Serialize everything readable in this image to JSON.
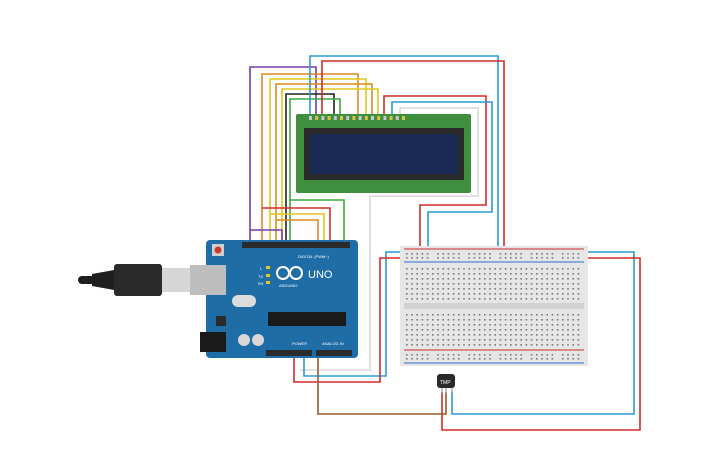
{
  "arduino": {
    "logo_text": "UNO",
    "brand_text": "ARDUINO",
    "digital_label": "DIGITAL (PWM~)",
    "power_label": "POWER",
    "analog_label": "ANALOG IN",
    "led_l": "L",
    "led_tx": "TX",
    "led_rx": "RX",
    "color_board": "#1f6da6",
    "color_header": "#2b2b2b"
  },
  "lcd": {
    "color_pcb": "#3f8f3f",
    "color_screen": "#1a2a55",
    "pin_count": 16
  },
  "sensor": {
    "label": "TMP"
  },
  "breadboard": {
    "color_body": "#e6e6e6",
    "color_rail_red": "#cc2a2a",
    "color_rail_blue": "#2a6ccc"
  },
  "wires": {
    "red": "#d42a2a",
    "blue": "#2a9ad4",
    "black": "#222222",
    "purple": "#7a3aa8",
    "orange": "#e08a1e",
    "yellow": "#e0c81e",
    "green": "#3aa83a",
    "brown": "#9a5a2a",
    "white": "#d8d8d8"
  }
}
